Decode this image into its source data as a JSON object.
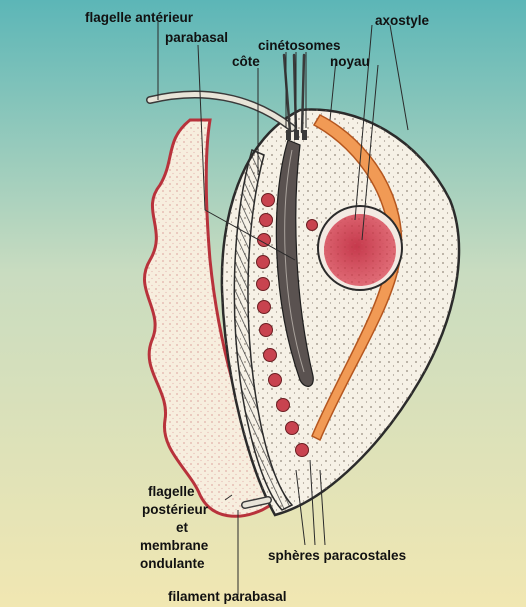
{
  "labels": {
    "flagelle_anterieur": "flagelle antérieur",
    "parabasal": "parabasal",
    "cinetosomes": "cinétosomes",
    "cote": "côte",
    "noyau": "noyau",
    "axostyle": "axostyle",
    "flagelle_posterieur_1": "flagelle",
    "flagelle_posterieur_2": "postérieur",
    "flagelle_posterieur_3": "et",
    "flagelle_posterieur_4": "membrane",
    "flagelle_posterieur_5": "ondulante",
    "spheres_paracostales": "sphères paracostales",
    "filament_parabasal": "filament parabasal"
  },
  "colors": {
    "background_top": "#5fb8b8",
    "background_bottom": "#efe6b4",
    "cytoplasm": "#f6f1e6",
    "membrane_edge": "#c0392b",
    "nucleus": "#d24b5b",
    "axostyle": "#f08b45",
    "outline": "#2b2b2b"
  }
}
